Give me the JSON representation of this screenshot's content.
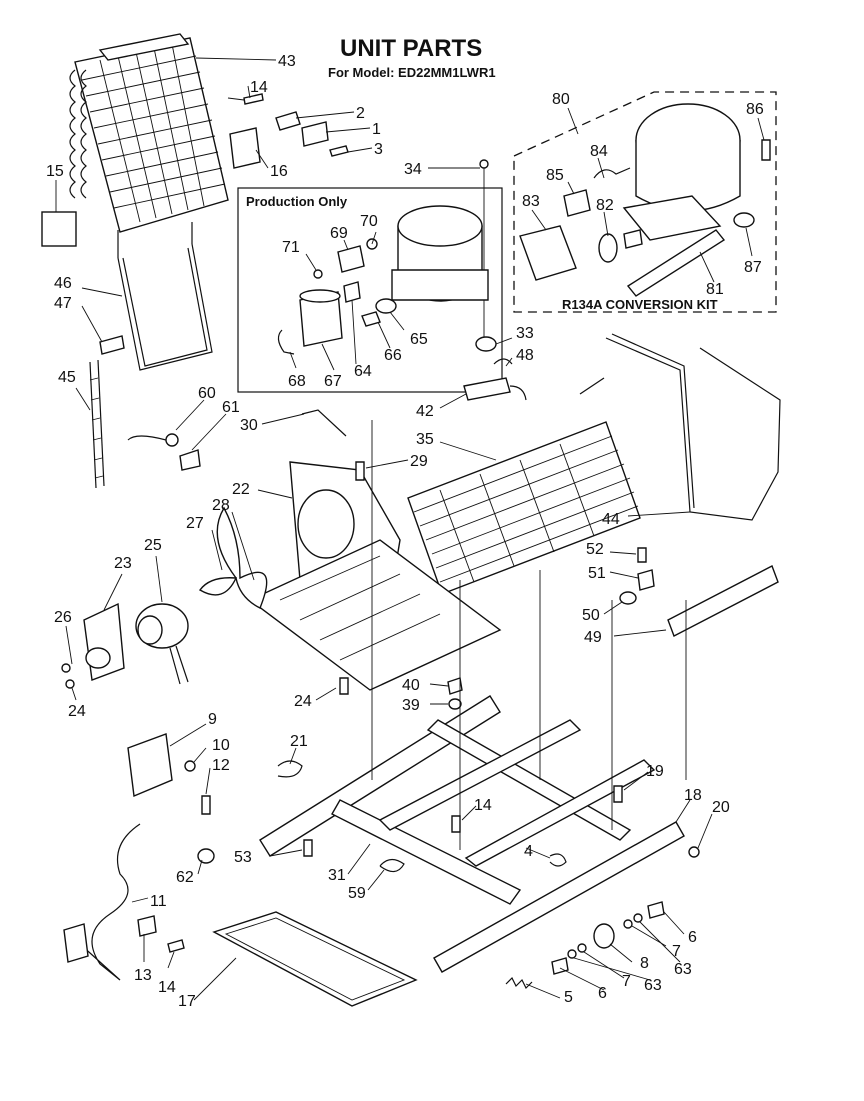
{
  "title": "UNIT PARTS",
  "model_line": "For Model: ED22MM1LWR1",
  "production_only_label": "Production Only",
  "conversion_kit_label": "R134A CONVERSION KIT",
  "callouts": {
    "c43": "43",
    "c14a": "14",
    "c2": "2",
    "c1": "1",
    "c3": "3",
    "c16": "16",
    "c34": "34",
    "c15": "15",
    "c80": "80",
    "c86": "86",
    "c84": "84",
    "c85": "85",
    "c83": "83",
    "c82": "82",
    "c87": "87",
    "c81": "81",
    "c70": "70",
    "c69": "69",
    "c71": "71",
    "c65": "65",
    "c66": "66",
    "c64": "64",
    "c67": "67",
    "c68": "68",
    "c46": "46",
    "c47": "47",
    "c45": "45",
    "c33": "33",
    "c48": "48",
    "c42": "42",
    "c35": "35",
    "c60": "60",
    "c61": "61",
    "c30": "30",
    "c29": "29",
    "c22": "22",
    "c28": "28",
    "c27": "27",
    "c23": "23",
    "c25": "25",
    "c44": "44",
    "c52": "52",
    "c51": "51",
    "c50": "50",
    "c49": "49",
    "c26": "26",
    "c24a": "24",
    "c24b": "24",
    "c40": "40",
    "c39": "39",
    "c9": "9",
    "c10": "10",
    "c12": "12",
    "c21": "21",
    "c19": "19",
    "c18": "18",
    "c20": "20",
    "c14b": "14",
    "c4": "4",
    "c53": "53",
    "c62": "62",
    "c31": "31",
    "c59": "59",
    "c11": "11",
    "c6a": "6",
    "c7a": "7",
    "c63a": "63",
    "c8": "8",
    "c7b": "7",
    "c63b": "63",
    "c6b": "6",
    "c5": "5",
    "c13": "13",
    "c14c": "14",
    "c17": "17"
  }
}
